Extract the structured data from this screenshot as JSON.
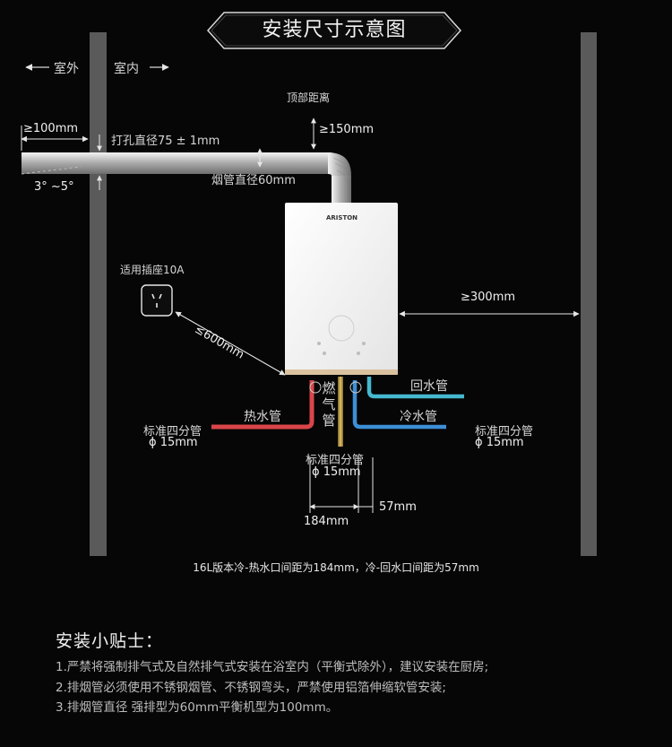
{
  "title": "安装尺寸示意图",
  "labels": {
    "outdoor": "室外",
    "indoor": "室内",
    "wall_gap": "≥100mm",
    "hole_diameter": "打孔直径75 ± 1mm",
    "top_distance_title": "顶部距离",
    "top_distance": "≥150mm",
    "flue_diameter": "烟管直径60mm",
    "slope": "3° ~5°",
    "socket": "适用插座10A",
    "socket_distance": "≤600mm",
    "side_distance": "≥300mm",
    "return_pipe": "回水管",
    "cold_pipe": "冷水管",
    "hot_pipe": "热水管",
    "gas_pipe": "燃气管",
    "pipe_std_left": "标准四分管",
    "pipe_size_left": "ϕ 15mm",
    "pipe_std_right": "标准四分管",
    "pipe_size_right": "ϕ 15mm",
    "pipe_std_bottom": "标准四分管",
    "pipe_size_bottom": "ϕ 15mm",
    "spacing_57": "57mm",
    "spacing_184": "184mm",
    "brand": "ARISTON"
  },
  "footnote": "16L版本冷-热水口间距为184mm，冷-回水口间距为57mm",
  "tips": {
    "title": "安装小贴士：",
    "items": [
      "1.严禁将强制排气式及自然排气式安装在浴室内（平衡式除外），建议安装在厨房;",
      "2.排烟管必须使用不锈钢烟管、不锈钢弯头，严禁使用铝箔伸缩软管安装;",
      "3.排烟管直径  强排型为60mm平衡机型为100mm。"
    ]
  },
  "colors": {
    "background": "#060606",
    "wall": "#5a5a5a",
    "hot_pipe": "#d9454a",
    "cold_pipe": "#3d8fd6",
    "return_pipe": "#45b8d0",
    "gas_pipe": "#c9a54a",
    "flue": "#c8c8c8"
  }
}
